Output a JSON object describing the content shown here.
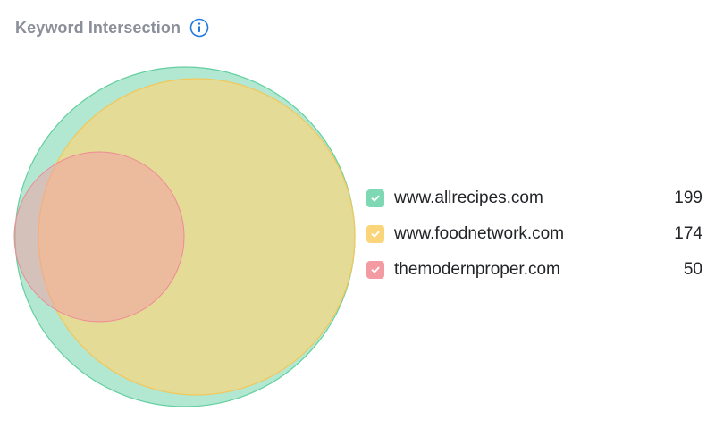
{
  "header": {
    "title": "Keyword Intersection"
  },
  "colors": {
    "allrecipes": "#7ed8b3",
    "foodnetwork": "#fad57a",
    "themodernproper": "#f39aa3"
  },
  "legend": {
    "items": [
      {
        "domain": "www.allrecipes.com",
        "count": "199",
        "color": "#7ed8b3"
      },
      {
        "domain": "www.foodnetwork.com",
        "count": "174",
        "color": "#fad57a"
      },
      {
        "domain": "themodernproper.com",
        "count": "50",
        "color": "#f39aa3"
      }
    ]
  }
}
